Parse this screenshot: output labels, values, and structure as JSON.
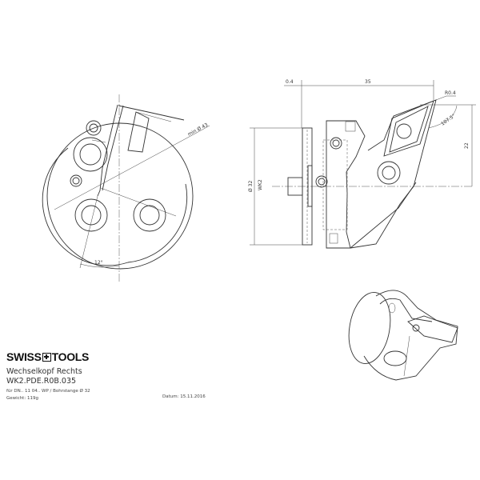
{
  "title_block": {
    "brand": "SWISS",
    "brand_suffix": "TOOLS",
    "product_name": "Wechselkopf Rechts",
    "article_number": "WK2.PDE.R0B.035",
    "application": "für DN.. 11 04.. WP / Bohrstange  Ø 32",
    "weight": "Gewicht: 119g",
    "date": "Datum: 15.11.2016"
  },
  "dimensions": {
    "front_view": {
      "min_diameter": "min Ø 43",
      "angle": "12°"
    },
    "side_view": {
      "offset": "0.4",
      "length": "35",
      "radius": "R0.4",
      "angle": "107.5°",
      "height": "22",
      "diameter": "Ø 32",
      "interface": "WK2"
    }
  }
}
